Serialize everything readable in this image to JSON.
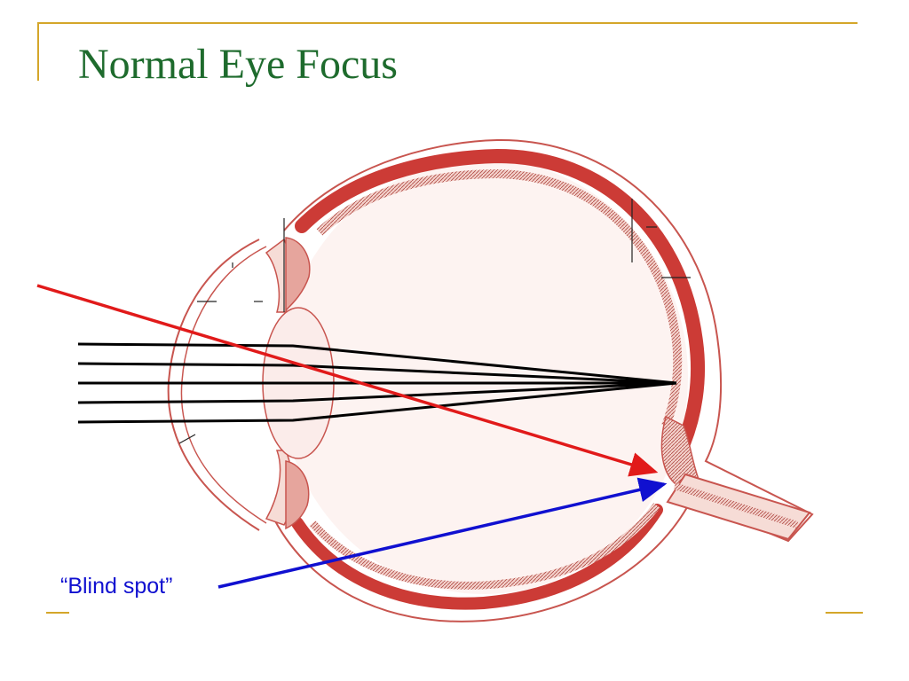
{
  "slide": {
    "title": "Normal Eye Focus"
  },
  "diagram": {
    "callout_label": "“Blind spot”"
  },
  "colors": {
    "title": "#1e6b2d",
    "frame_accent": "#d4a62a",
    "eye_tissue_fill": "#f6dcd6",
    "eye_tissue_stroke": "#c8554f",
    "choroid": "#cc3b36",
    "light_rays": "#000000",
    "oblique_ray": "#e11a1a",
    "blind_spot_pointer": "#1010d0",
    "callout_text": "#1010d0"
  },
  "icons": {
    "arrowhead": "triangle-arrowhead"
  }
}
